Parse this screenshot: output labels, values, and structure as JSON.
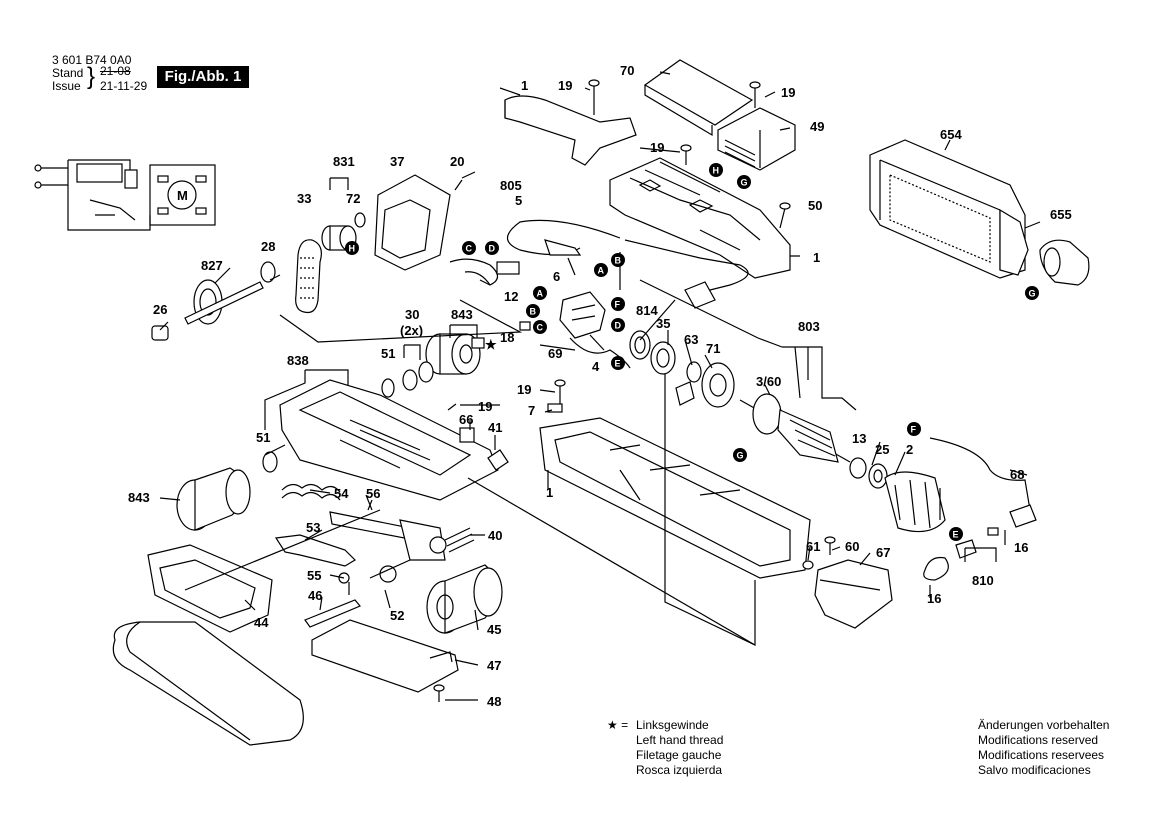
{
  "header": {
    "part_number": "3 601 B74 0A0",
    "stand_label": "Stand",
    "issue_label": "Issue",
    "date_old": "21-08",
    "date_new": "21-11-29",
    "figure": "Fig./Abb. 1"
  },
  "labels": {
    "l1a": "1",
    "l19a": "19",
    "l70": "70",
    "l19b": "19",
    "l49": "49",
    "l654": "654",
    "l19c": "19",
    "l831": "831",
    "l37": "37",
    "l20": "20",
    "l72": "72",
    "l33": "33",
    "l805": "805",
    "l5": "5",
    "l50": "50",
    "l1b": "1",
    "l655": "655",
    "l28": "28",
    "l827": "827",
    "l6": "6",
    "l12": "12",
    "l26": "26",
    "l30": "30",
    "l2x": "(2x)",
    "l843a": "843",
    "l18": "18",
    "l814": "814",
    "l35": "35",
    "l63": "63",
    "l803": "803",
    "l838": "838",
    "l51a": "51",
    "l69": "69",
    "l4": "4",
    "l71": "71",
    "l360": "3/60",
    "l19d": "19",
    "l19e": "19",
    "l7": "7",
    "l66": "66",
    "l41": "41",
    "l51b": "51",
    "l13": "13",
    "l25": "25",
    "l2": "2",
    "l68": "68",
    "l1c": "1",
    "l843b": "843",
    "l54": "54",
    "l56": "56",
    "l53": "53",
    "l40": "40",
    "l55": "55",
    "l46": "46",
    "l52": "52",
    "l45": "45",
    "l44": "44",
    "l61": "61",
    "l60": "60",
    "l67": "67",
    "l16a": "16",
    "l810": "810",
    "l16b": "16",
    "l47": "47",
    "l48": "48"
  },
  "bubbles": [
    "A",
    "B",
    "C",
    "D",
    "E",
    "F",
    "G",
    "H"
  ],
  "notes": {
    "star": "★ =",
    "left_thread": [
      "Linksgewinde",
      "Left hand thread",
      "Filetage gauche",
      "Rosca izquierda"
    ],
    "modifications": [
      "Änderungen vorbehalten",
      "Modifications reserved",
      "Modifications reservees",
      "Salvo modificaciones"
    ]
  },
  "motor_symbol": "M",
  "star_marker": "★"
}
